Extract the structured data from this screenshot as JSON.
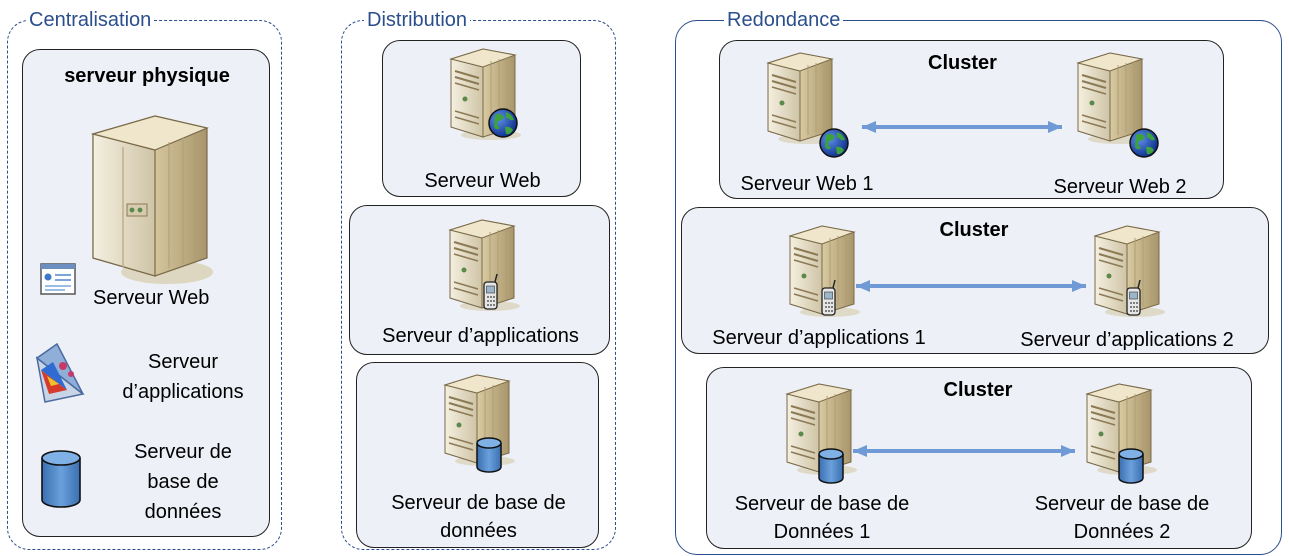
{
  "centralisation": {
    "title": "Centralisation",
    "box_title": "serveur physique",
    "items": [
      {
        "label": "Serveur Web"
      },
      {
        "line1": "Serveur",
        "line2": "d’applications"
      },
      {
        "line1": "Serveur de",
        "line2": "base de",
        "line3": "données"
      }
    ]
  },
  "distribution": {
    "title": "Distribution",
    "boxes": [
      {
        "label": "Serveur Web"
      },
      {
        "label": "Serveur d’applications"
      },
      {
        "line1": "Serveur de base de",
        "line2": "données"
      }
    ]
  },
  "redondance": {
    "title": "Redondance",
    "clusters": [
      {
        "title": "Cluster",
        "left": "Serveur Web 1",
        "right": "Serveur Web 2"
      },
      {
        "title": "Cluster",
        "left": "Serveur d’applications 1",
        "right": "Serveur d’applications 2"
      },
      {
        "title": "Cluster",
        "left_line1": "Serveur de base de",
        "left_line2": "Données 1",
        "right_line1": "Serveur de base de",
        "right_line2": "Données 2"
      }
    ]
  },
  "colors": {
    "group_border": "#2b4f8c",
    "box_fill": "#edf0f7",
    "arrow": "#6f9ad6",
    "db_blue": "#4f86c6"
  },
  "icons": [
    "tower-server-icon",
    "server-icon",
    "globe-icon",
    "phone-icon",
    "database-icon",
    "web-page-icon",
    "prism-icon"
  ]
}
